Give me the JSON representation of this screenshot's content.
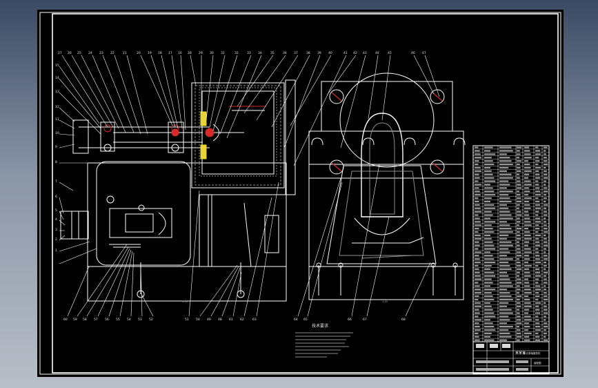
{
  "colors": {
    "background": "#000000",
    "line": "#ffffff",
    "accent_red": "#d42a2a",
    "accent_yellow": "#e8d33a",
    "hatch_grey": "#8e8e8e"
  },
  "drawing": {
    "tech_req_title": "技术要求",
    "title_block_name": "某某某",
    "title_block_sub": "卧式单轴搅拌机",
    "title_block_drawing_no": "装配图"
  }
}
